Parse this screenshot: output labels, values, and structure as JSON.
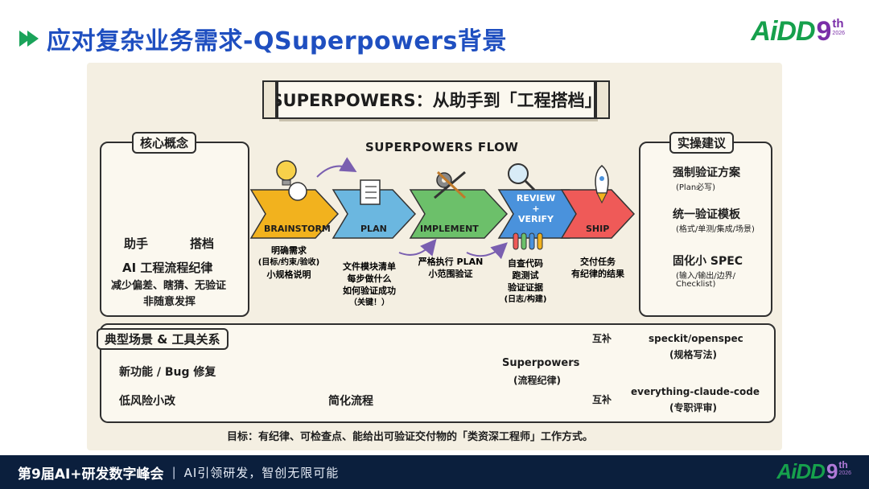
{
  "header": {
    "title": "应对复杂业务需求-QSuperpowers背景",
    "logo": {
      "text": "AiDD",
      "nine": "9",
      "th": "th",
      "year": "2026"
    }
  },
  "banner": {
    "text": "SUPERPOWERS：从助手到「工程搭档」"
  },
  "concept": {
    "label": "核心概念",
    "assistant": "助手",
    "partner": "搭档",
    "headline": "AI 工程流程纪律",
    "line1": "减少偏差、瞎猜、无验证",
    "line2": "非随意发挥"
  },
  "flow": {
    "title": "SUPERPOWERS FLOW",
    "steps": [
      {
        "label": "BRAINSTORM",
        "color": "#f2b21e",
        "desc": [
          "明确需求",
          "(目标/约束/验收)",
          "小规格说明"
        ]
      },
      {
        "label": "PLAN",
        "color": "#6bb7e0",
        "desc": [
          "文件模块清单",
          "每步做什么",
          "如何验证成功",
          "（关键！）"
        ]
      },
      {
        "label": "IMPLEMENT",
        "color": "#6cc06a",
        "desc": [
          "严格执行 PLAN",
          "小范围验证"
        ]
      },
      {
        "label": "REVIEW\n+\nVERIFY",
        "color": "#4a92dc",
        "desc": [
          "自查代码",
          "跑测试",
          "验证证据",
          "(日志/构建)"
        ]
      },
      {
        "label": "SHIP",
        "color": "#ef5a58",
        "desc": [
          "交付任务",
          "有纪律的结果"
        ]
      }
    ]
  },
  "practice": {
    "label": "实操建议",
    "items": [
      {
        "title": "强制验证方案",
        "note": "(Plan必写)"
      },
      {
        "title": "统一验证模板",
        "note": "(格式/单测/集成/场景)"
      },
      {
        "title": "固化小 SPEC",
        "note": "(输入/输出/边界/",
        "note2": "Checklist)"
      }
    ]
  },
  "scenes": {
    "label": "典型场景 & 工具关系",
    "feature": "新功能 / Bug 修复",
    "lowrisk": "低风险小改",
    "simplified": "简化流程",
    "superpowers": "Superpowers",
    "superpowers_note": "(流程纪律)",
    "complement": "互补",
    "tool1": "speckit/openspec",
    "tool1_note": "(规格写法)",
    "tool2": "everything-claude-code",
    "tool2_note": "(专职评审)"
  },
  "goal": "目标：有纪律、可检查点、能给出可验证交付物的「类资深工程师」工作方式。",
  "footer": {
    "title": "第9届AI+研发数字峰会",
    "sep": "|",
    "subtitle": "AI引领研发，智创无限可能"
  },
  "colors": {
    "accent": "#1f4fc0",
    "brand_green": "#16a04c",
    "brand_purple": "#7a2ea8",
    "footer_bg": "#0b1f3d"
  }
}
